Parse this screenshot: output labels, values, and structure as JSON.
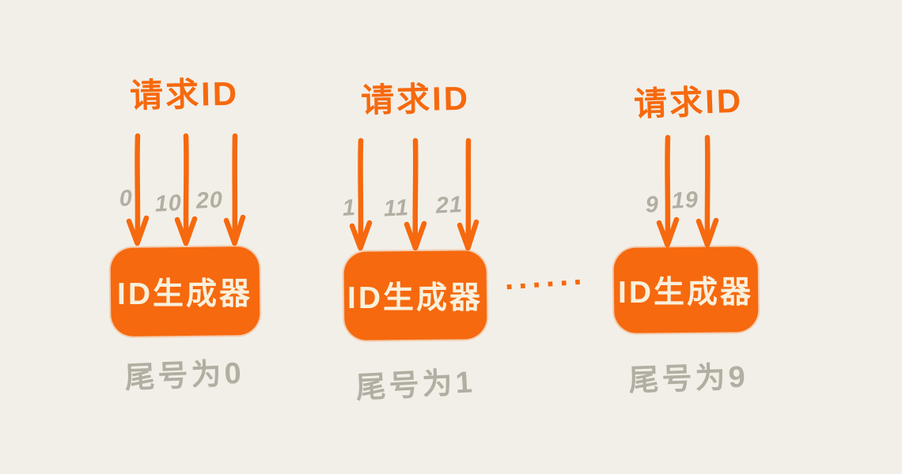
{
  "colors": {
    "background": "#f2efe8",
    "orange": "#f6690e",
    "gray": "#b2aea2",
    "box_text": "#f8f0dc"
  },
  "icons": {
    "down_arrow": "down-arrow-icon"
  },
  "groups": [
    {
      "title": "请求ID",
      "arrow_labels": [
        "0",
        "10",
        "20"
      ],
      "box_label": "ID生成器",
      "caption": "尾号为0"
    },
    {
      "title": "请求ID",
      "arrow_labels": [
        "1",
        "11",
        "21"
      ],
      "box_label": "ID生成器",
      "caption": "尾号为1"
    },
    {
      "title": "请求ID",
      "arrow_labels": [
        "9",
        "19"
      ],
      "box_label": "ID生成器",
      "caption": "尾号为9"
    }
  ],
  "ellipsis": "······"
}
